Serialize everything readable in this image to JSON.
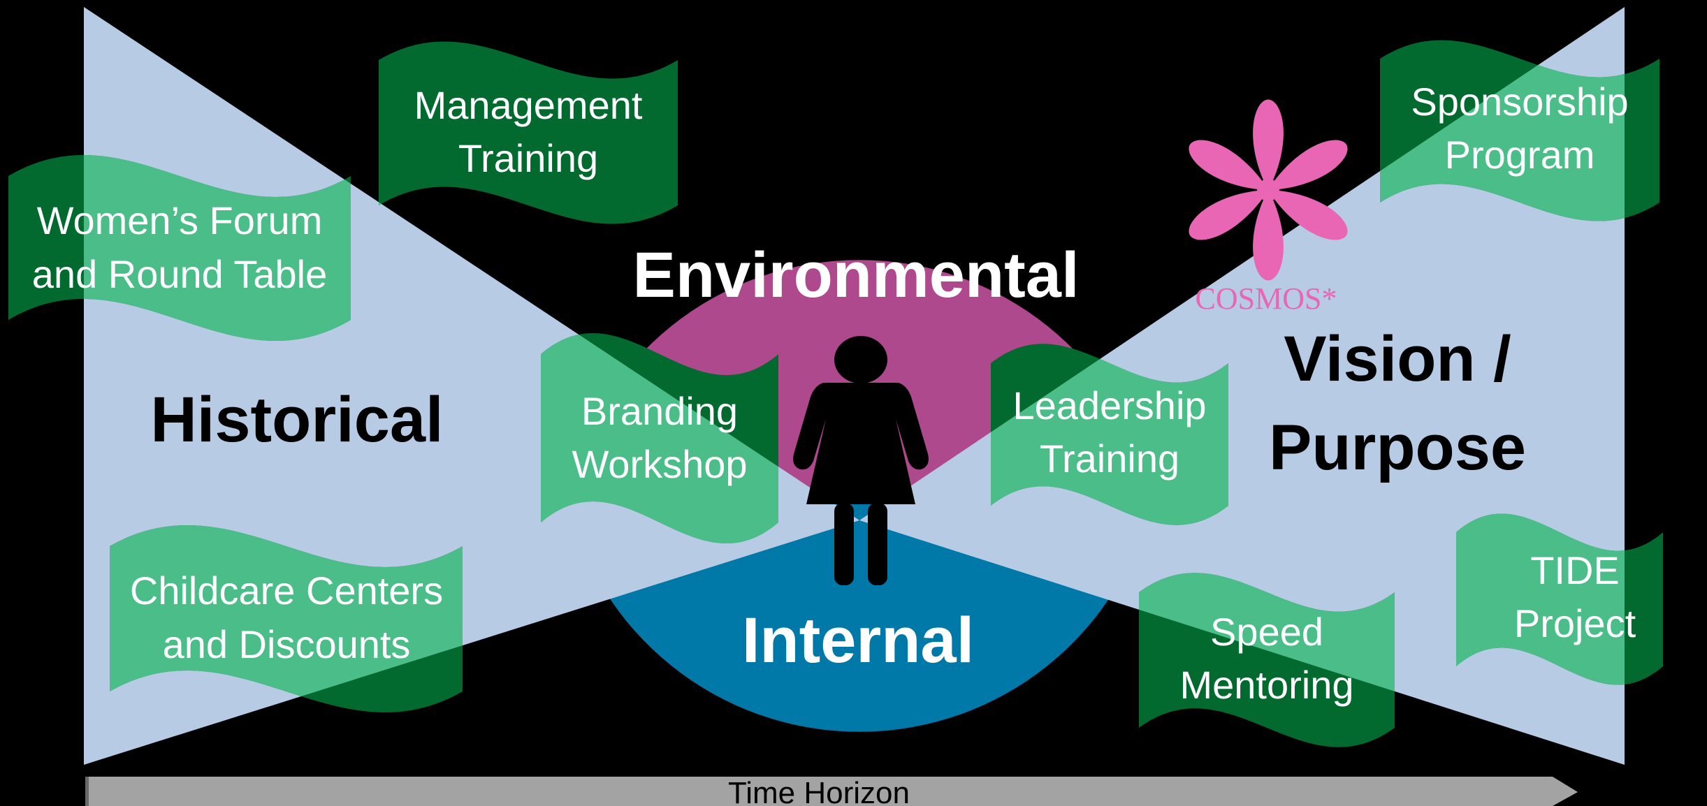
{
  "flags": {
    "management": [
      "Management",
      "Training"
    ],
    "womens_forum": [
      "Women’s Forum",
      "and Round Table"
    ],
    "branding": [
      "Branding",
      "Workshop"
    ],
    "childcare": [
      "Childcare Centers",
      "and Discounts"
    ],
    "sponsorship": [
      "Sponsorship",
      "Program"
    ],
    "leadership": [
      "Leadership",
      "Training"
    ],
    "speed_mentoring": [
      "Speed",
      "Mentoring"
    ],
    "tide": [
      "TIDE",
      "Project"
    ]
  },
  "labels": {
    "historical": "Historical",
    "vision": [
      "Vision /",
      "Purpose"
    ],
    "environmental": "Environmental",
    "internal": "Internal"
  },
  "logo": {
    "text": "COSMOS*"
  },
  "axis": {
    "label": "Time Horizon"
  },
  "colors": {
    "background": "#000000",
    "bowtie": "#b7cbe4",
    "environmental": "#af498d",
    "internal": "#0079a8",
    "flag_light": "#4bbd89",
    "flag_dark": "#026a2e",
    "logo": "#e866b4",
    "arrow": "#a3a3a3"
  },
  "icons": {
    "person": "woman-figure-icon",
    "logo": "asterisk-flower-icon",
    "arrow": "right-arrow-icon"
  }
}
